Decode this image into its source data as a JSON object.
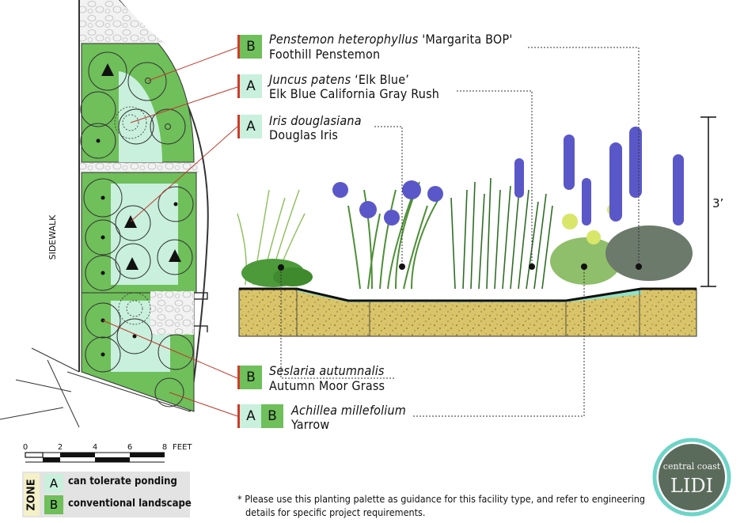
{
  "plants": [
    {
      "zone": [
        "B"
      ],
      "scientific": "Penstemon heterophyllus",
      "cultivar": "'Margarita BOP'",
      "common": "Foothill Penstemon"
    },
    {
      "zone": [
        "A"
      ],
      "scientific": "Juncus patens",
      "cultivar": "‘Elk Blue’",
      "common": "Elk Blue California Gray Rush"
    },
    {
      "zone": [
        "A"
      ],
      "scientific": "Iris douglasiana",
      "cultivar": "",
      "common": "Douglas Iris"
    },
    {
      "zone": [
        "B"
      ],
      "scientific": "Seslaria autumnalis",
      "cultivar": "",
      "common": "Autumn Moor Grass"
    },
    {
      "zone": [
        "A",
        "B"
      ],
      "scientific": "Achillea millefolium",
      "cultivar": "",
      "common": "Yarrow"
    }
  ],
  "sidewalk_label": "SIDEWALK",
  "height_label": "3’",
  "scale": {
    "ticks": [
      "0",
      "2",
      "4",
      "6",
      "8"
    ],
    "unit": "FEET"
  },
  "legend": {
    "title": "ZONE",
    "items": [
      {
        "code": "A",
        "text": "can tolerate ponding",
        "color": "#c8f0dd"
      },
      {
        "code": "B",
        "text": "conventional landscape",
        "color": "#6fbf5a"
      }
    ]
  },
  "note": [
    "* Please use this planting palette as guidance for this facility type, and refer to engineering",
    "details for specific project requirements."
  ],
  "logo": {
    "line1": "central coast",
    "line2": "LIDI"
  },
  "colors": {
    "zoneA": "#c8f0dd",
    "zoneB": "#6fbf5a",
    "accent": "#d33a2a",
    "soil": "#d9c46a",
    "water": "#8fe3c9",
    "iris": "#5a58c8"
  }
}
